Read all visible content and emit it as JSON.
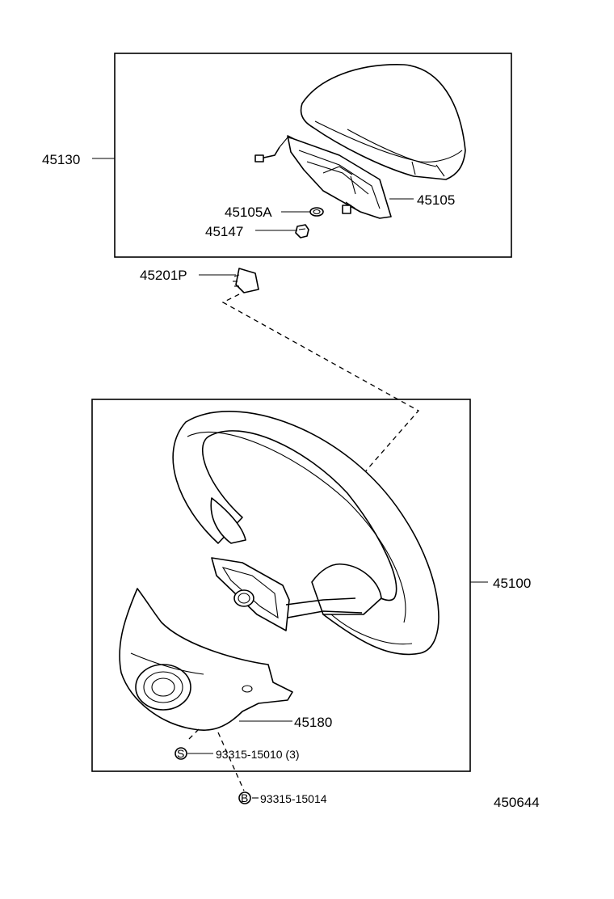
{
  "parts": {
    "p45130": "45130",
    "p45105": "45105",
    "p45105A": "45105A",
    "p45147": "45147",
    "p45201P": "45201P",
    "p45100": "45100",
    "p45180": "45180",
    "screw_s": "93315-15010 (3)",
    "screw_b": "93315-15014"
  },
  "markers": {
    "s": "S",
    "b": "B"
  },
  "diagram_id": "450644"
}
